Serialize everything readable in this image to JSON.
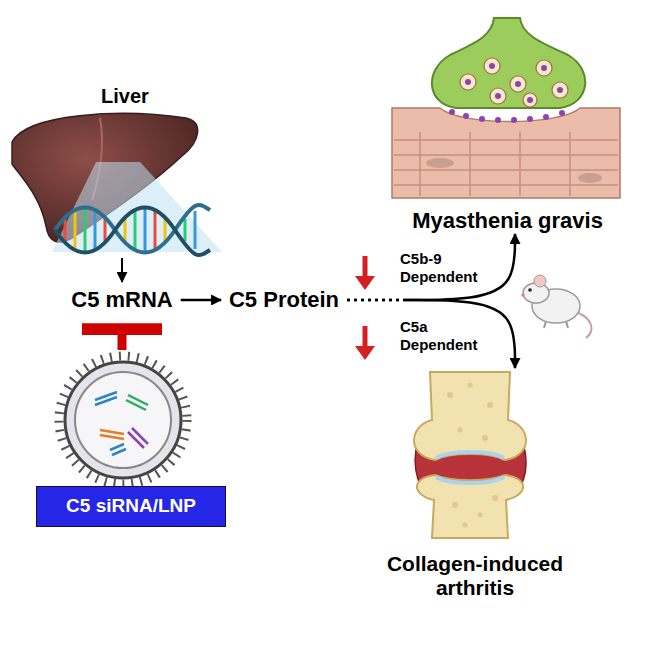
{
  "diagram": {
    "nodes": [
      {
        "text": [
          "Liver"
        ]
      },
      {
        "text": [
          "C5 mRNA"
        ]
      },
      {
        "text": [
          "C5 Protein"
        ]
      },
      {
        "text": [
          "C5 siRNA/LNP"
        ]
      },
      {
        "text": [
          "Myasthenia gravis"
        ]
      },
      {
        "text": [
          "Collagen-induced arthritis"
        ]
      }
    ],
    "edges": [
      {
        "from": 0,
        "to": 1,
        "arrow": "to"
      },
      {
        "from": 1,
        "to": 2,
        "arrow": "to"
      },
      {
        "from": 3,
        "to": 1,
        "arrow": "to"
      },
      {
        "from": 2,
        "to": 4,
        "label": "C5b-9 Dependent",
        "arrow": "to"
      },
      {
        "from": 2,
        "to": 5,
        "label": "C5a Dependent",
        "arrow": "to"
      }
    ]
  }
}
